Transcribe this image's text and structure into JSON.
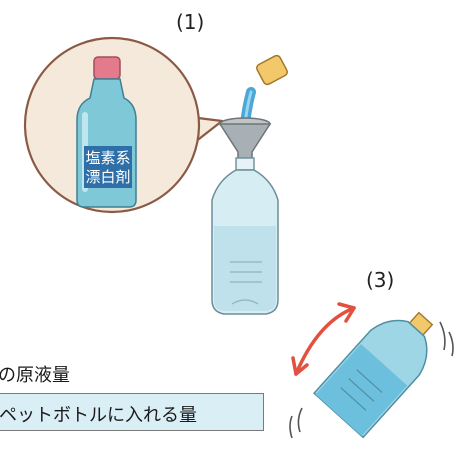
{
  "steps": {
    "step1_label": "(1)",
    "step3_label": "(3)"
  },
  "bleach_bottle": {
    "label_line1": "塩素系",
    "label_line2": "漂白剤"
  },
  "captions": {
    "stock_amount": "の原液量",
    "pet_bottle_amount": "ペットボトルに入れる量"
  },
  "colors": {
    "bottle_body": "#7ec8d8",
    "label_bg": "#2f6fa8",
    "cap": "#e47b8c",
    "arrow": "#e3503f",
    "caption_box_bg": "#d9eef5"
  },
  "icons": [
    "bleach-bottle-icon",
    "funnel-icon",
    "pet-bottle-icon",
    "bottle-cap-icon",
    "shake-arrow-icon"
  ]
}
